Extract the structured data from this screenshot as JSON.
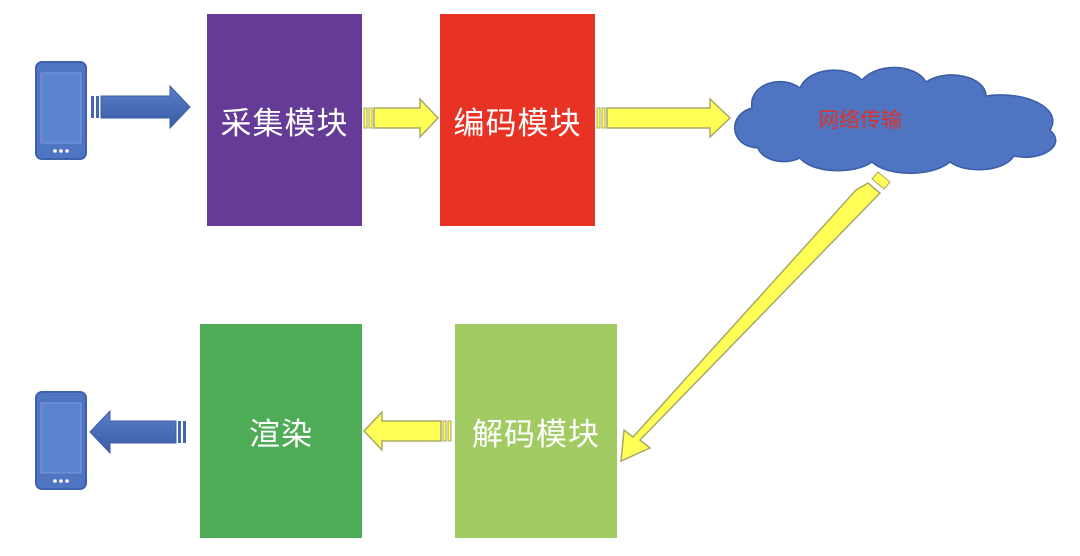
{
  "colors": {
    "capture": "#663b98",
    "encode": "#e83223",
    "decode": "#a1cb62",
    "render": "#4eab56",
    "cloud": "#4e74c2",
    "cloud_stroke": "#3a5da3",
    "cloud_text": "#d9342b",
    "yellow_arrow": "#ffff55",
    "yellow_stroke": "#a8a86a",
    "blue_arrow": "#4467b4",
    "phone": "#4e74c2",
    "box_text": "#ffffff"
  },
  "modules": {
    "capture": "采集模块",
    "encode": "编码模块",
    "network": "网络传输",
    "decode": "解码模块",
    "render": "渲染"
  },
  "icons": {
    "source_device": "smartphone-icon",
    "target_device": "smartphone-icon"
  }
}
